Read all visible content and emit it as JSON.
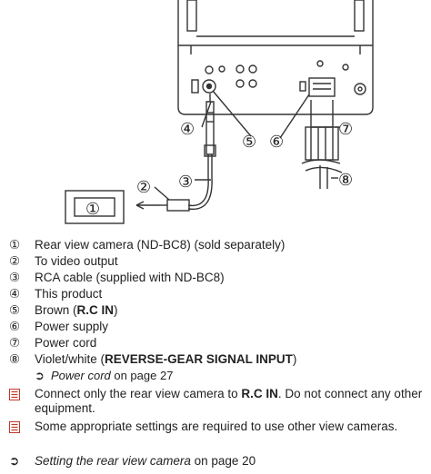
{
  "diagram": {
    "callouts": [
      "①",
      "②",
      "③",
      "④",
      "⑤",
      "⑥",
      "⑦",
      "⑧"
    ],
    "accent_color": "#c0392b"
  },
  "legend": [
    {
      "n": "①",
      "text": "Rear view camera (ND-BC8) (sold separately)",
      "bold": ""
    },
    {
      "n": "②",
      "text": "To video output",
      "bold": ""
    },
    {
      "n": "③",
      "text": "RCA cable (supplied with ND-BC8)",
      "bold": ""
    },
    {
      "n": "④",
      "text": "This product",
      "bold": ""
    },
    {
      "n": "⑤",
      "text": "Brown (",
      "bold": "R.C IN",
      "after": ")"
    },
    {
      "n": "⑥",
      "text": "Power supply",
      "bold": ""
    },
    {
      "n": "⑦",
      "text": "Power cord",
      "bold": ""
    },
    {
      "n": "⑧",
      "text": "Violet/white (",
      "bold": "REVERSE-GEAR SIGNAL INPUT",
      "after": ")"
    }
  ],
  "ref1": {
    "link": "Power cord",
    "rest": " on page 27"
  },
  "note1": {
    "pre": "Connect only the rear view camera to ",
    "bold": "R.C IN",
    "post": ". Do not connect any other equipment."
  },
  "note2": {
    "text": "Some appropriate settings are required to use other view cameras."
  },
  "ref2": {
    "link": "Setting the rear view camera",
    "rest": " on page 20"
  }
}
